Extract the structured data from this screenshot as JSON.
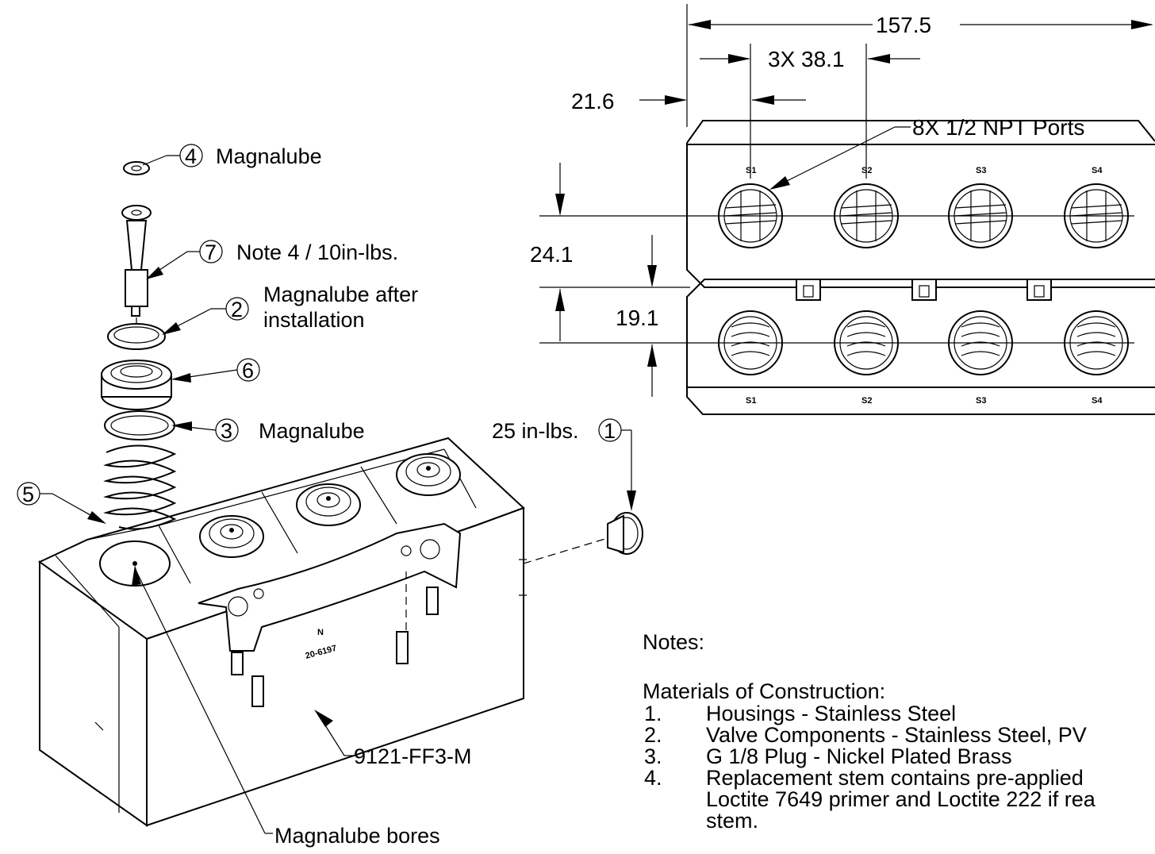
{
  "callouts": {
    "c4": {
      "num": "4",
      "text": "Magnalube"
    },
    "c7": {
      "num": "7",
      "text": "Note 4 / 10in-lbs."
    },
    "c2": {
      "num": "2",
      "line1": "Magnalube after",
      "line2": "installation"
    },
    "c6": {
      "num": "6"
    },
    "c3": {
      "num": "3",
      "text": "Magnalube"
    },
    "c5": {
      "num": "5"
    },
    "c1": {
      "num": "1",
      "text": "25 in-lbs."
    }
  },
  "part_number": "9121-FF3-M",
  "bores_label": "Magnalube bores",
  "body_marking": {
    "line1": "N",
    "line2": "20-6197"
  },
  "dimensions": {
    "overall": "157.5",
    "pitch": "3X 38.1",
    "offset": "21.6",
    "ports": "8X 1/2 NPT Ports",
    "height_top": "24.1",
    "height_bottom": "19.1"
  },
  "station_labels": [
    "S1",
    "S2",
    "S3",
    "S4"
  ],
  "notes": {
    "title": "Notes:",
    "subtitle": "Materials of Construction:",
    "items": [
      {
        "num": "1.",
        "text": "Housings - Stainless Steel"
      },
      {
        "num": "2.",
        "text": "Valve Components - Stainless Steel, PV"
      },
      {
        "num": "3.",
        "text": "G 1/8 Plug - Nickel Plated Brass"
      },
      {
        "num": "4.",
        "text": "Replacement stem contains pre-applied"
      }
    ],
    "item4_cont1": "Loctite 7649 primer and Loctite 222 if rea",
    "item4_cont2": "stem."
  }
}
